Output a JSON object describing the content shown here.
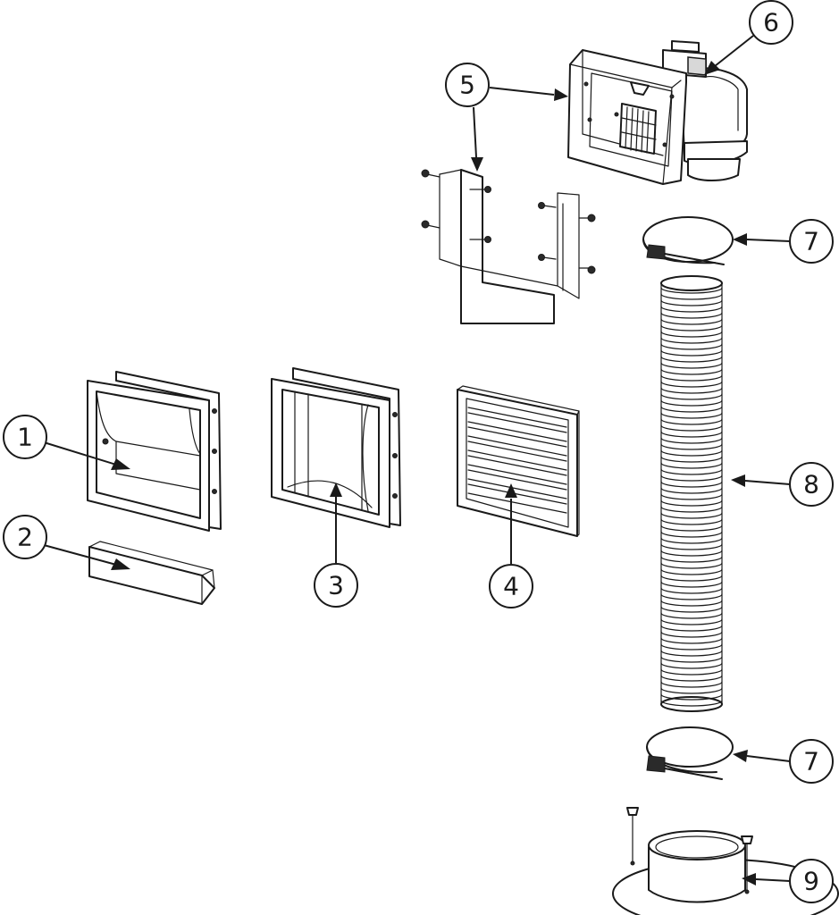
{
  "callouts": [
    {
      "label": "1"
    },
    {
      "label": "2"
    },
    {
      "label": "3"
    },
    {
      "label": "4"
    },
    {
      "label": "5"
    },
    {
      "label": "6"
    },
    {
      "label": "7"
    },
    {
      "label": "7"
    },
    {
      "label": "8"
    },
    {
      "label": "9"
    }
  ]
}
